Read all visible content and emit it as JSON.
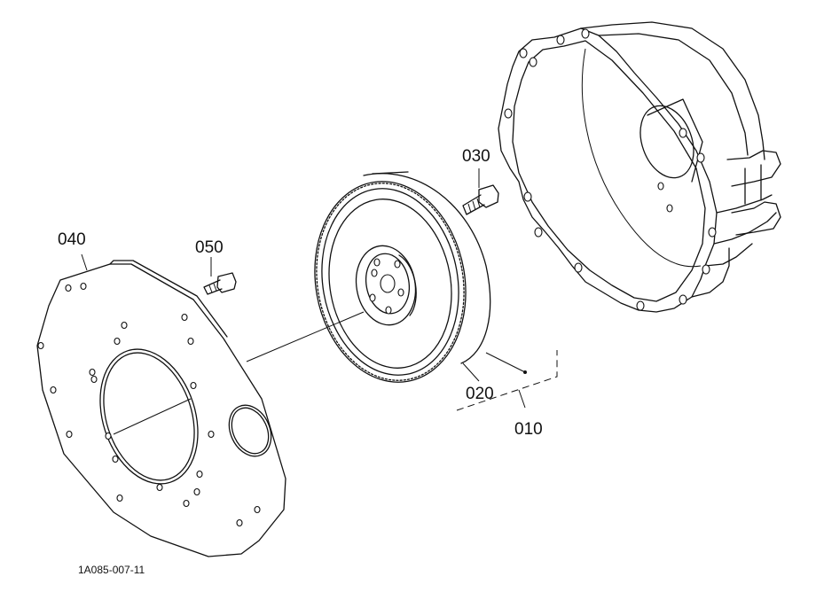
{
  "diagram": {
    "callouts": {
      "flywheel_assembly": "010",
      "flywheel": "020",
      "flywheel_bolt": "030",
      "rear_end_plate": "040",
      "plate_bolt": "050"
    },
    "figure_ref": "1A085-007-11",
    "line_color": "#111111",
    "background": "#ffffff"
  }
}
